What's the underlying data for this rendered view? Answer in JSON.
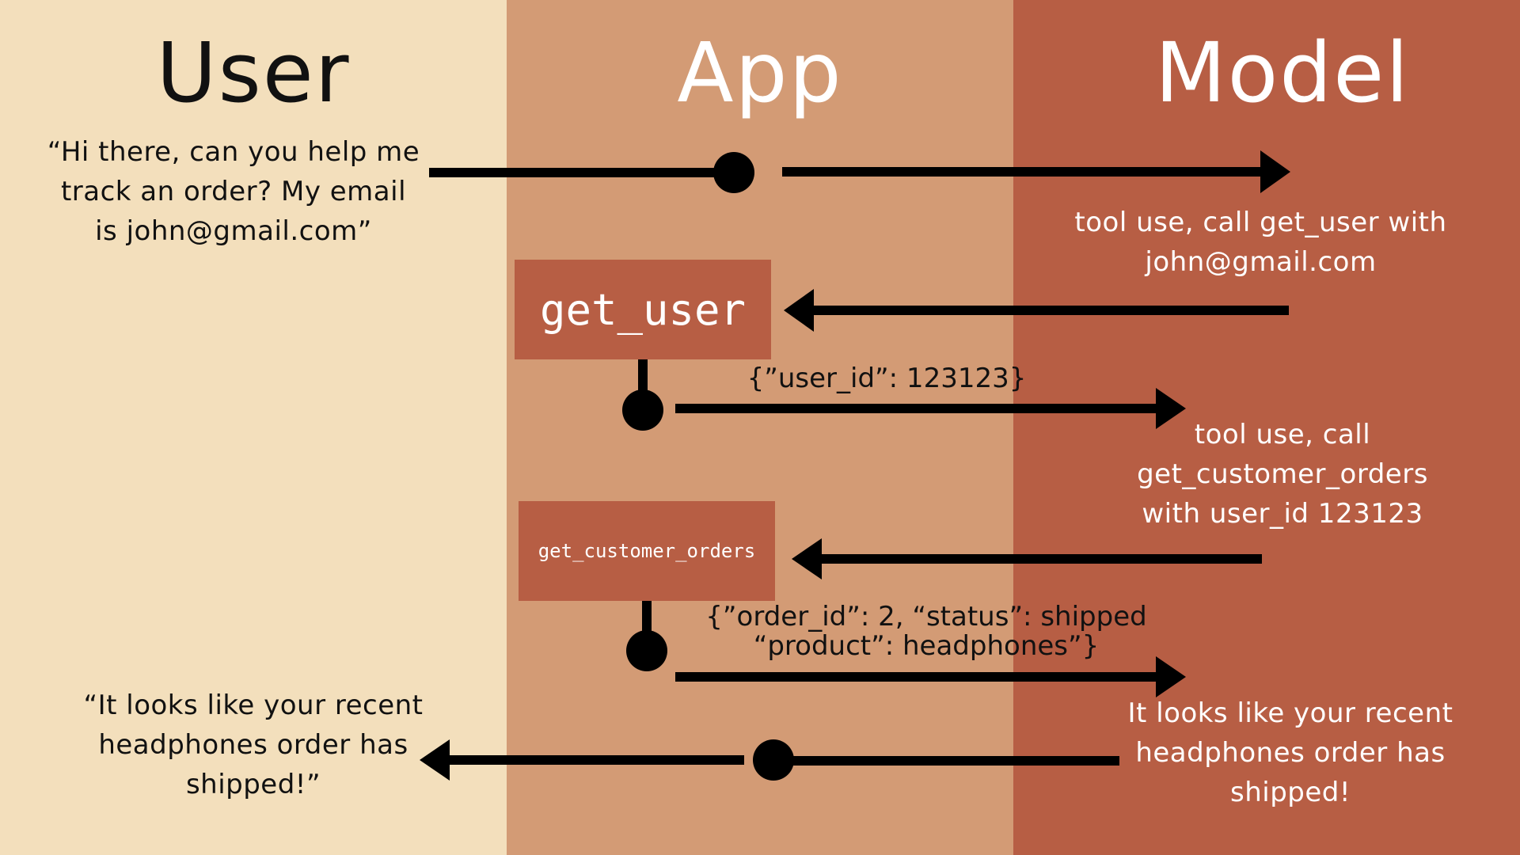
{
  "columns": {
    "user": {
      "title": "User",
      "color": "#F3DFBC"
    },
    "app": {
      "title": "App",
      "color": "#D39B75"
    },
    "model": {
      "title": "Model",
      "color": "#B75E44"
    }
  },
  "messages": {
    "user_request": [
      "“Hi there, can you help me",
      "track an order? My email",
      "is john@gmail.com”"
    ],
    "model_tool_call_1": [
      "tool use, call get_user with",
      "john@gmail.com"
    ],
    "model_tool_call_2": [
      "tool use, call",
      "get_customer_orders",
      "with user_id 123123"
    ],
    "model_reply": [
      "It looks like your recent",
      "headphones order has",
      "shipped!"
    ],
    "user_reply": [
      "“It looks like your recent",
      "headphones order has",
      "shipped!”"
    ]
  },
  "functions": {
    "get_user": "get_user",
    "get_customer_orders": "get_customer_orders"
  },
  "results": {
    "user_lookup": "{”user_id”: 123123}",
    "orders_lookup": [
      "{”order_id”: 2, “status”: shipped",
      "“product”: headphones”}"
    ]
  }
}
